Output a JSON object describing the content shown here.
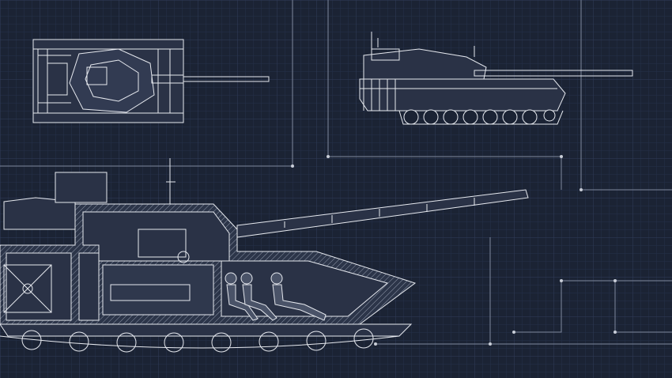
{
  "colors": {
    "background": "#1b2334",
    "grid_minor": "#26304a",
    "grid_major": "#2f3b58",
    "line": "#e6e9ef",
    "connector": "#7f899e",
    "hatch_fill": "#3a4458"
  },
  "views": [
    "top-view",
    "side-view",
    "cutaway-view"
  ],
  "crew_count": 3
}
